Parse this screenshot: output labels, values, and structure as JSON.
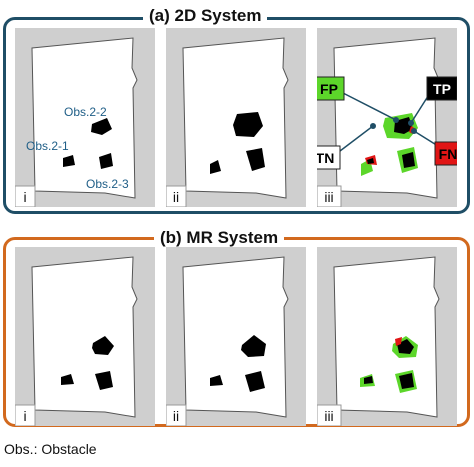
{
  "sections": [
    {
      "title": "(a) 2D System",
      "panels": [
        {
          "label": "i",
          "obstacle_labels": [
            "Obs.2-2",
            "Obs.2-1",
            "Obs.2-3"
          ]
        },
        {
          "label": "ii"
        },
        {
          "label": "iii",
          "legend": [
            "FP",
            "TP",
            "TN",
            "FN"
          ]
        }
      ]
    },
    {
      "title": "(b) MR System",
      "panels": [
        {
          "label": "i"
        },
        {
          "label": "ii"
        },
        {
          "label": "iii"
        }
      ]
    }
  ],
  "footer": "Obs.: Obstacle",
  "colors": {
    "section_a_border": "#1f4e66",
    "section_b_border": "#d2691e",
    "obstacle_label": "#1f5e87",
    "fp_green": "#5cd62a",
    "tp_black": "#000000",
    "fn_red": "#e01515",
    "tn_white": "#ffffff",
    "map_gray": "#cfcfcf"
  }
}
